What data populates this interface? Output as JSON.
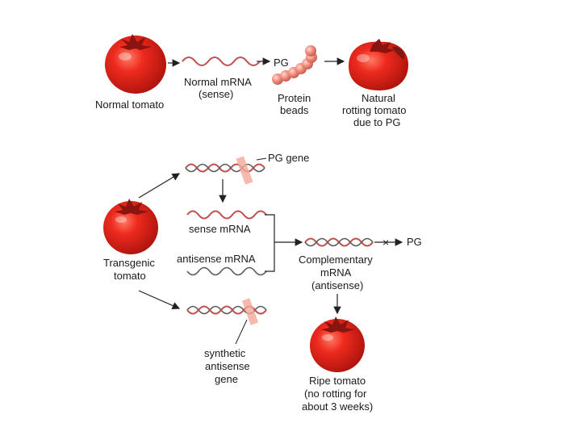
{
  "top_row": {
    "normal_tomato": "Normal tomato",
    "normal_mrna": [
      "Normal mRNA",
      "(sense)"
    ],
    "pg": "PG",
    "protein_beads": [
      "Protein",
      "beads"
    ],
    "natural_rotting": [
      "Natural",
      "rotting tomato",
      "due to PG"
    ]
  },
  "bottom": {
    "pg_gene": "PG gene",
    "sense_mrna": "sense mRNA",
    "transgenic_tomato": [
      "Transgenic",
      "tomato"
    ],
    "antisense_mrna": "antisense mRNA",
    "complementary": [
      "Complementary",
      "mRNA",
      "(antisense)"
    ],
    "pg_blocked": "PG",
    "synthetic_gene": [
      "synthetic",
      "antisense",
      "gene"
    ],
    "ripe_tomato": [
      "Ripe tomato",
      "(no rotting for",
      "about 3 weeks)"
    ]
  },
  "colors": {
    "tomato": "#e2231a",
    "tomato_dark": "#b01812",
    "leaf": "#8a1410",
    "strand": "#c0504d",
    "strand_dark": "#5a5a5a",
    "gene_band": "#f2a79a",
    "arrow": "#222222"
  }
}
